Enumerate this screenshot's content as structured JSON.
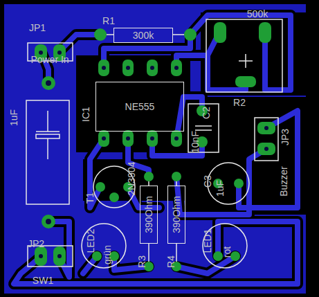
{
  "diagram": {
    "nodes": [
      {
        "text": [
          "NE555"
        ]
      },
      {
        "text": [
          "300k"
        ]
      },
      {
        "text": [
          "390Ohm"
        ]
      },
      {
        "text": [
          "390Ohm"
        ]
      }
    ],
    "labels": [
      "JP1",
      "Power In",
      "R1",
      "500k",
      "IC1",
      "C2",
      "10nF",
      "R2",
      "JP3",
      "Buzzer",
      "1uF",
      "T1",
      "2N3904",
      "C3",
      "1uF",
      "LED2",
      "grün",
      "R3",
      "R4",
      "LED1",
      "rot",
      "JP2",
      "SW1"
    ]
  }
}
